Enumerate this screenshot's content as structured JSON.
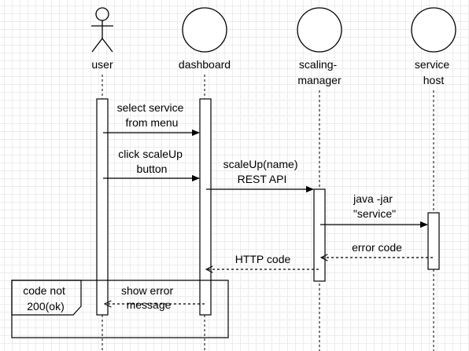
{
  "participants": {
    "user": {
      "label_lines": [
        "user"
      ]
    },
    "dashboard": {
      "label_lines": [
        "dashboard"
      ]
    },
    "scaling_manager": {
      "label_lines": [
        "scaling-",
        "manager"
      ]
    },
    "service_host": {
      "label_lines": [
        "service",
        "host"
      ]
    }
  },
  "messages": [
    {
      "id": "select-service",
      "from": "user",
      "to": "dashboard",
      "kind": "sync",
      "label_lines": [
        "select service",
        "from menu"
      ]
    },
    {
      "id": "click-scaleup",
      "from": "user",
      "to": "dashboard",
      "kind": "sync",
      "label_lines": [
        "click scaleUp",
        "button"
      ]
    },
    {
      "id": "scaleup-rest",
      "from": "dashboard",
      "to": "scaling_manager",
      "kind": "sync",
      "label_lines": [
        "scaleUp(name)",
        "REST API"
      ]
    },
    {
      "id": "java-jar",
      "from": "scaling_manager",
      "to": "service_host",
      "kind": "sync",
      "label_lines": [
        "java -jar",
        "\"service\""
      ]
    },
    {
      "id": "error-code",
      "from": "service_host",
      "to": "scaling_manager",
      "kind": "return",
      "label_lines": [
        "error code"
      ]
    },
    {
      "id": "http-code",
      "from": "scaling_manager",
      "to": "dashboard",
      "kind": "return",
      "label_lines": [
        "HTTP code"
      ]
    },
    {
      "id": "show-error",
      "from": "dashboard",
      "to": "user",
      "kind": "return",
      "label_lines": [
        "show error",
        "message"
      ]
    }
  ],
  "fragment": {
    "guard_lines": [
      "code not",
      "200(ok)"
    ]
  }
}
